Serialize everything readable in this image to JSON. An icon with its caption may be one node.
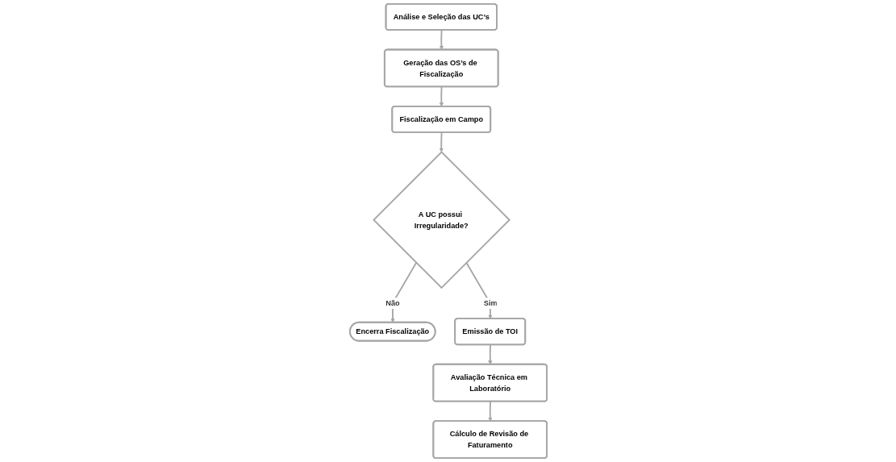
{
  "diagram": {
    "nodes": [
      {
        "text": [
          "Análise e Seleção das UC’s"
        ]
      },
      {
        "text": [
          "Geração das OS’s de Fiscalização"
        ]
      },
      {
        "text": [
          "Fiscalização em Campo"
        ]
      },
      {
        "text": [
          "A UC possui Irregularidade?"
        ]
      },
      {
        "text": [
          "Encerra Fiscalização"
        ]
      },
      {
        "text": [
          "Emissão de TOI"
        ]
      },
      {
        "text": [
          "Avaliação Técnica em Laboratório"
        ]
      },
      {
        "text": [
          "Cálculo de Revisão de Faturamento"
        ]
      }
    ],
    "edges": [
      {
        "from": 0,
        "to": 1,
        "arrow": "to"
      },
      {
        "from": 1,
        "to": 2,
        "arrow": "to"
      },
      {
        "from": 2,
        "to": 3,
        "arrow": "to"
      },
      {
        "from": 3,
        "to": 4,
        "label": "Não",
        "arrow": "to"
      },
      {
        "from": 3,
        "to": 5,
        "label": "Sim",
        "arrow": "to"
      },
      {
        "from": 5,
        "to": 6,
        "arrow": "to"
      },
      {
        "from": 6,
        "to": 7,
        "arrow": "to"
      }
    ]
  }
}
